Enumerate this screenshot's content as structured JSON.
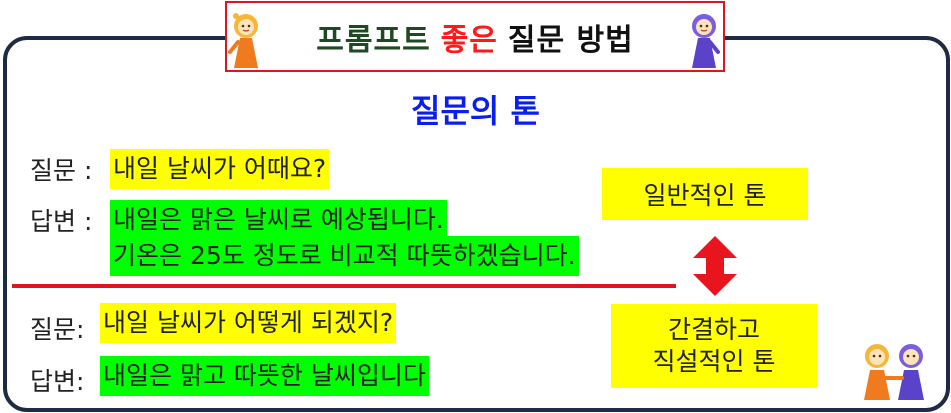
{
  "title": {
    "part1": "프롬프트",
    "part2": "좋은",
    "part3": "질문 방법"
  },
  "subtitle": "질문의 톤",
  "example1": {
    "q_label": "질문 :",
    "q_text": "내일 날씨가 어때요?",
    "a_label": "답변 :",
    "a_line1": "내일은 맑은 날씨로 예상됩니다.",
    "a_line2": "기온은 25도 정도로 비교적 따뜻하겠습니다."
  },
  "example2": {
    "q_label": "질문:",
    "q_text": "내일 날씨가 어떻게 되겠지?",
    "a_label": "답변:",
    "a_text": "내일은 맑고 따뜻한 날씨입니다"
  },
  "tags": {
    "general": "일반적인 톤",
    "concise_line1": "간결하고",
    "concise_line2": "직설적인 톤"
  },
  "colors": {
    "highlight_yellow": "#ffff00",
    "highlight_green": "#00ff00",
    "accent_red": "#e0141e",
    "subtitle_blue": "#0a1ef0",
    "frame_navy": "#1f2a44"
  },
  "icons": [
    "mascot-left-icon",
    "mascot-right-icon",
    "mascot-pair-icon",
    "double-arrow-icon"
  ]
}
